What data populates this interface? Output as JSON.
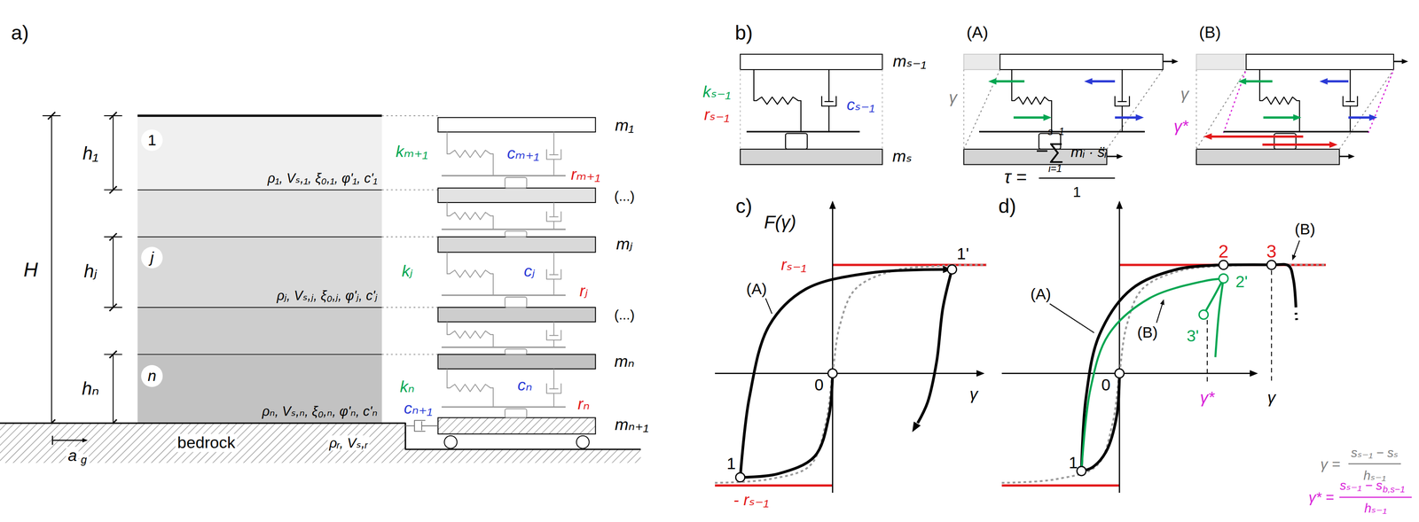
{
  "diagram": {
    "nodes": [
      {
        "text": [
          "1",
          "ρ₁, Vₛ,₁, ξ₀,₁, φ'₁, c'₁"
        ]
      },
      {
        "text": [
          "j",
          "ρⱼ, Vₛ,ⱼ, ξ₀,ⱼ, φ'ⱼ, c'ⱼ"
        ]
      },
      {
        "text": [
          "n",
          "ρₙ, Vₛ,ₙ, ξ₀,ₙ, φ'ₙ, c'ₙ"
        ]
      }
    ],
    "labels": [
      "a)",
      "H",
      "h₁",
      "hⱼ",
      "hₙ",
      "kₘ₊₁",
      "cₘ₊₁",
      "rₘ₊₁",
      "m₁",
      "(...)",
      "mⱼ",
      "kⱼ",
      "cⱼ",
      "rⱼ",
      "(...)",
      "mₙ",
      "kₙ",
      "cₙ",
      "rₙ",
      "cₙ₊₁",
      "mₙ₊₁",
      "bedrock",
      "ρᵣ, Vₛ,ᵣ",
      "a",
      "g",
      "b)",
      "(A)",
      "(B)",
      "mₛ₋₁",
      "kₛ₋₁",
      "cₛ₋₁",
      "rₛ₋₁",
      "mₛ",
      "γ",
      "γ",
      "γ*",
      "c)",
      "F(γ)",
      "rₛ₋₁",
      "(A)",
      "1'",
      "0",
      "γ",
      "1",
      "- rₛ₋₁",
      "d)",
      "τ =",
      "s−1",
      "−∑",
      "mᵢ · s̈ᵢ",
      "i=1",
      "1",
      "2",
      "3",
      "(B)",
      "(A)",
      "2'",
      "(B)",
      "3'",
      "0",
      "1",
      "γ*",
      "γ",
      "γ =",
      "sₛ₋₁ − sₛ",
      "hₛ₋₁",
      "γ* =",
      "sₛ₋₁ − s",
      "b,s−1",
      "hₛ₋₁"
    ]
  }
}
